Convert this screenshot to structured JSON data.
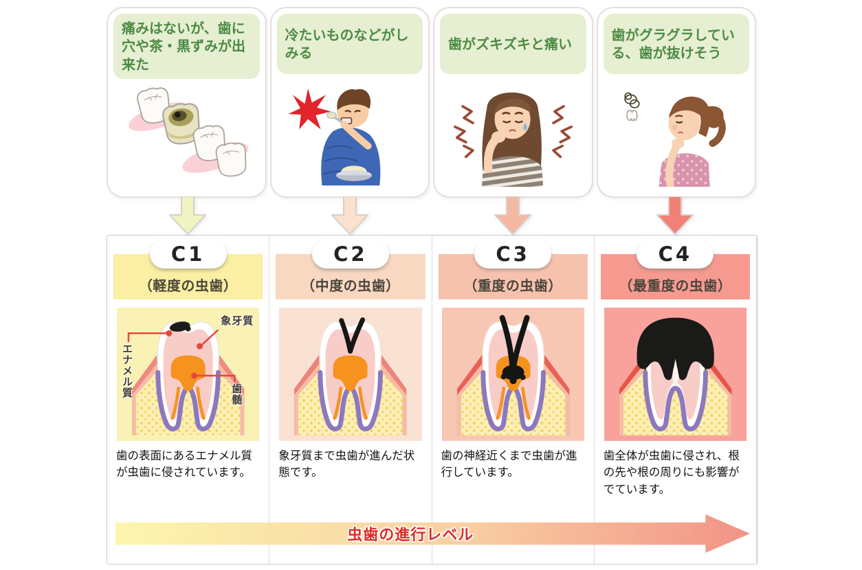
{
  "stages": [
    {
      "code": "C1",
      "symptom": "痛みはないが、歯に穴や茶・黒ずみが出来た",
      "severity": "（軽度の虫歯）",
      "description": "歯の表面にあるエナメル質が虫歯に侵されています。",
      "colors": {
        "band": "#faefa2",
        "illustration_bg": "#faf2b4",
        "arrow": "#f0f3c2",
        "rim": "#ee8a80"
      }
    },
    {
      "code": "C2",
      "symptom": "冷たいものなどがしみる",
      "severity": "（中度の虫歯）",
      "description": "象牙質まで虫歯が進んだ状態です。",
      "colors": {
        "band": "#f8d8c1",
        "illustration_bg": "#fae2d2",
        "arrow": "#fae2ce",
        "rim": "#ed837b"
      }
    },
    {
      "code": "C3",
      "symptom": "歯がズキズキと痛い",
      "severity": "（重度の虫歯）",
      "description": "歯の神経近くまで虫歯が進行しています。",
      "colors": {
        "band": "#f7c2ad",
        "illustration_bg": "#f8c7b4",
        "arrow": "#f5b8a3",
        "rim": "#e96156"
      }
    },
    {
      "code": "C4",
      "symptom": "歯がグラグラしている、歯が抜けそう",
      "severity": "（最重度の虫歯）",
      "description": "歯全体が虫歯に侵され、根の先や根の周りにも影響がでています。",
      "colors": {
        "band": "#f69a90",
        "illustration_bg": "#f9a29c",
        "arrow": "#f18176",
        "rim": "#e85348"
      }
    }
  ],
  "anatomy_labels": {
    "enamel": "エナメル質",
    "dentin": "象牙質",
    "pulp": "歯髄"
  },
  "progress_arrow_label": "虫歯の進行レベル",
  "palette": {
    "symptom_text": "#4c8a44",
    "symptom_bg": "#e6efd2",
    "card_border": "#e6dedb",
    "panel_border": "#c8c8c8",
    "divider": "#dcdcdc",
    "severity_text": "#4c463c",
    "description_text": "#15130f",
    "progress_text": "#dc2b26",
    "progress_gradient": [
      "#fcf6ae",
      "#f8cfa2",
      "#f29387"
    ]
  }
}
